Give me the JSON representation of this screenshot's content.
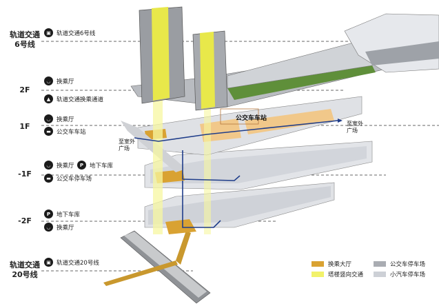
{
  "levels": {
    "l6": [
      "轨道交通",
      "6号线"
    ],
    "l2f": "2F",
    "l1f": "1F",
    "lm1": "-1F",
    "lm2": "-2F",
    "l20": [
      "轨道交通",
      "20号线"
    ]
  },
  "tags": {
    "line6": "轨道交通6号线",
    "transfer_hall_2f": "换乘厅",
    "transfer_passage": "轨道交通换乘通道",
    "transfer_hall_1f": "换乘厅",
    "bus_station_1f": "公交车车站",
    "transfer_hall_m1": "换乘厅",
    "underground_park_m1": "地下车库",
    "bus_park_m1": "公交车停车场",
    "underground_park_m2": "地下车库",
    "transfer_hall_m2": "换乘厅",
    "line20": "轨道交通20号线"
  },
  "captions": {
    "bus_station": "公交车车站",
    "outdoor_left": [
      "至室外",
      "广场"
    ],
    "outdoor_right": [
      "至室外",
      "广场"
    ]
  },
  "legend": {
    "transfer_hall": "换乘大厅",
    "tower_vertical": "塔楼竖向交通",
    "bus_parking": "公交车停车场",
    "car_parking": "小汽车停车场"
  },
  "colors": {
    "transfer": "#d9a232",
    "vertical": "#f2f26a",
    "bus_parking": "#a9acb2",
    "car_parking": "#cdd0d6",
    "route": "#1f3d8a"
  },
  "icons": {
    "metro": "metro-icon",
    "hall": "transfer-hall-icon",
    "passage": "passage-icon",
    "bus": "bus-icon",
    "parking": "parking-icon"
  }
}
